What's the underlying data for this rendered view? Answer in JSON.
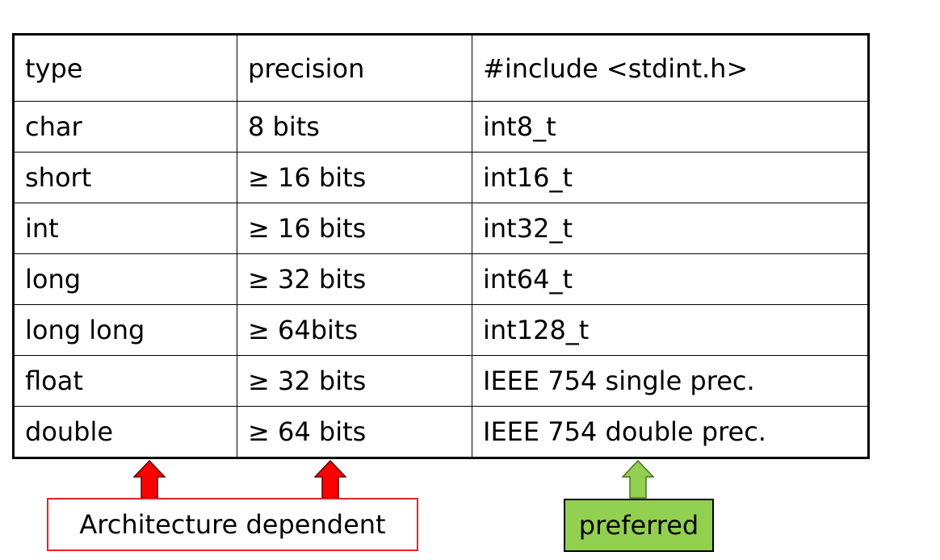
{
  "table": {
    "headers": [
      "type",
      "precision",
      "#include <stdint.h>"
    ],
    "rows": [
      [
        "char",
        "8 bits",
        "int8_t"
      ],
      [
        "short",
        "≥ 16 bits",
        "int16_t"
      ],
      [
        "int",
        "≥ 16 bits",
        "int32_t"
      ],
      [
        "long",
        "≥ 32 bits",
        "int64_t"
      ],
      [
        "long long",
        "≥ 64bits",
        "int128_t"
      ],
      [
        "float",
        "≥ 32 bits",
        "IEEE 754 single prec."
      ],
      [
        "double",
        "≥ 64 bits",
        "IEEE 754 double prec."
      ]
    ]
  },
  "annotations": {
    "architecture_label": "Architecture dependent",
    "preferred_label": "preferred"
  },
  "colors": {
    "architecture_arrow": "#ff0000",
    "architecture_border": "#e0242b",
    "preferred_arrow": "#92d050",
    "preferred_fill": "#92d050"
  }
}
